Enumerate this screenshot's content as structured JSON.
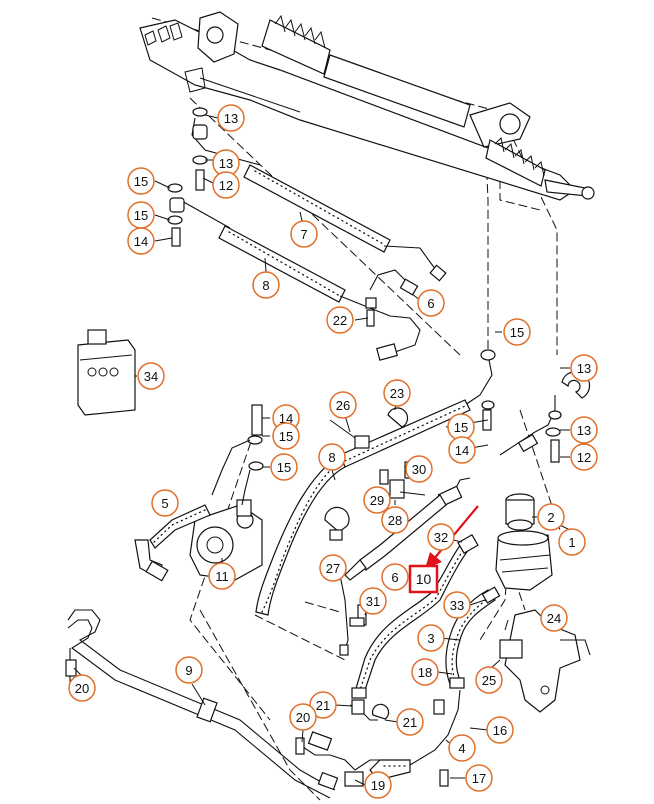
{
  "callouts": [
    {
      "id": "c13a",
      "label": "13"
    },
    {
      "id": "c13b",
      "label": "13"
    },
    {
      "id": "c12a",
      "label": "12"
    },
    {
      "id": "c15a",
      "label": "15"
    },
    {
      "id": "c15b",
      "label": "15"
    },
    {
      "id": "c14a",
      "label": "14"
    },
    {
      "id": "c7",
      "label": "7"
    },
    {
      "id": "c8a",
      "label": "8"
    },
    {
      "id": "c6a",
      "label": "6"
    },
    {
      "id": "c22",
      "label": "22"
    },
    {
      "id": "c15c",
      "label": "15"
    },
    {
      "id": "c34",
      "label": "34"
    },
    {
      "id": "c13c",
      "label": "13"
    },
    {
      "id": "c23",
      "label": "23"
    },
    {
      "id": "c26",
      "label": "26"
    },
    {
      "id": "c14b",
      "label": "14"
    },
    {
      "id": "c15d",
      "label": "15"
    },
    {
      "id": "c15e",
      "label": "15"
    },
    {
      "id": "c13d",
      "label": "13"
    },
    {
      "id": "c15f",
      "label": "15"
    },
    {
      "id": "c14c",
      "label": "14"
    },
    {
      "id": "c12b",
      "label": "12"
    },
    {
      "id": "c8b",
      "label": "8"
    },
    {
      "id": "c30",
      "label": "30"
    },
    {
      "id": "c29",
      "label": "29"
    },
    {
      "id": "c5",
      "label": "5"
    },
    {
      "id": "c28",
      "label": "28"
    },
    {
      "id": "c2",
      "label": "2"
    },
    {
      "id": "c1",
      "label": "1"
    },
    {
      "id": "c32",
      "label": "32"
    },
    {
      "id": "c27",
      "label": "27"
    },
    {
      "id": "c6b",
      "label": "6"
    },
    {
      "id": "c11",
      "label": "11"
    },
    {
      "id": "c33",
      "label": "33"
    },
    {
      "id": "c31",
      "label": "31"
    },
    {
      "id": "c24",
      "label": "24"
    },
    {
      "id": "c3",
      "label": "3"
    },
    {
      "id": "c9",
      "label": "9"
    },
    {
      "id": "c18",
      "label": "18"
    },
    {
      "id": "c25",
      "label": "25"
    },
    {
      "id": "c20a",
      "label": "20"
    },
    {
      "id": "c21a",
      "label": "21"
    },
    {
      "id": "c20b",
      "label": "20"
    },
    {
      "id": "c21b",
      "label": "21"
    },
    {
      "id": "c16",
      "label": "16"
    },
    {
      "id": "c4",
      "label": "4"
    },
    {
      "id": "c19",
      "label": "19"
    },
    {
      "id": "c17",
      "label": "17"
    }
  ],
  "highlight": {
    "label": "10"
  },
  "colors": {
    "callout_stroke": "#e0702a",
    "highlight": "#e0121b",
    "line": "#111111"
  }
}
